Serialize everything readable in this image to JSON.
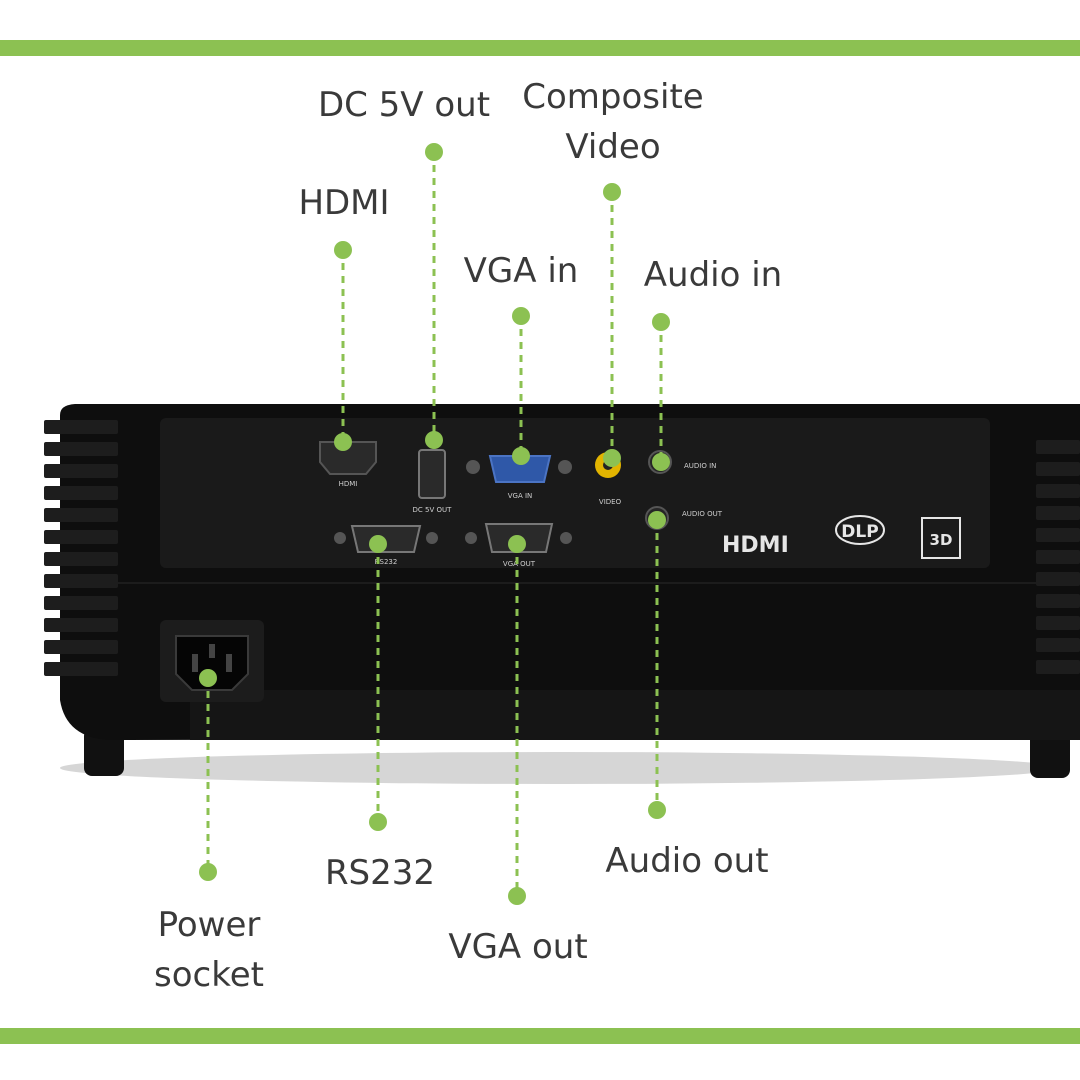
{
  "labels": {
    "dc_out": "DC 5V out",
    "composite_line1": "Composite",
    "composite_line2": "Video",
    "hdmi": "HDMI",
    "vga_in": "VGA in",
    "audio_in": "Audio in",
    "rs232": "RS232",
    "audio_out": "Audio out",
    "power_line1": "Power",
    "power_line2": "socket",
    "vga_out": "VGA out"
  },
  "panel_text": {
    "hdmi": "HDMI",
    "dc_out": "DC 5V OUT",
    "vga_in": "VGA IN",
    "video": "VIDEO",
    "audio_in": "AUDIO IN",
    "audio_out": "AUDIO OUT",
    "rs232": "RS232",
    "vga_out": "VGA OUT",
    "logo_hdmi": "HDMI",
    "logo_dlp": "DLP",
    "logo_3d": "3D"
  },
  "colors": {
    "accent": "#8cc152",
    "body": "#0e0e0e",
    "label": "#3a3a3a",
    "vga_in_port": "#2f58a8",
    "composite_port": "#e2b400"
  }
}
